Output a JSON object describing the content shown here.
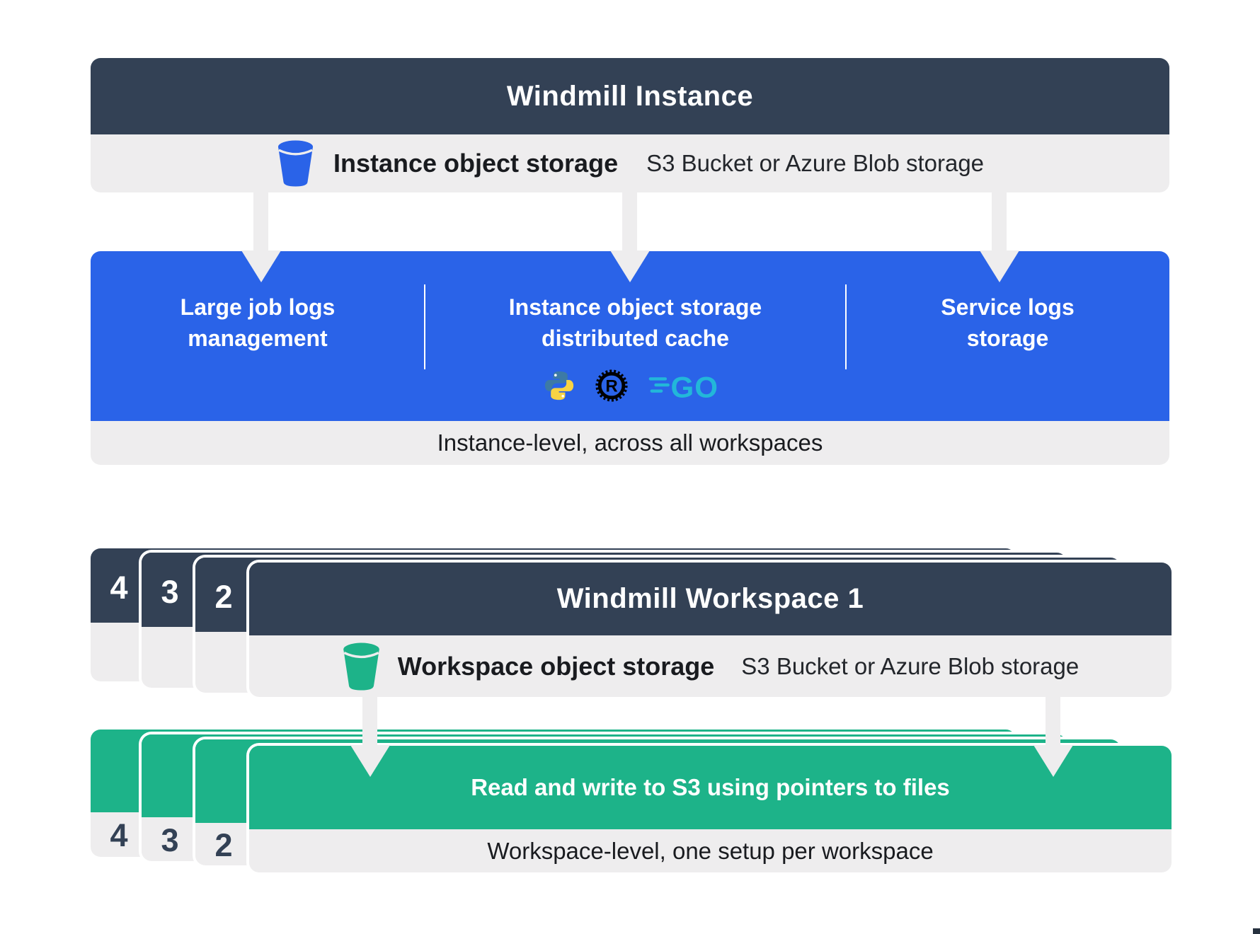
{
  "colors": {
    "navy": "#334155",
    "blue": "#2a63e8",
    "green": "#1db389",
    "bar_gray": "#eeedee",
    "go_cyan": "#22b7d9",
    "python_blue": "#3d7aa6",
    "python_yellow": "#f7d344",
    "rust_black": "#000000"
  },
  "instance": {
    "title": "Windmill Instance",
    "storage": {
      "icon": "bucket-icon",
      "label": "Instance object storage",
      "provider": "S3 Bucket or Azure Blob storage"
    },
    "features": [
      {
        "line1": "Large job logs",
        "line2": "management"
      },
      {
        "line1": "Instance object storage",
        "line2": "distributed cache"
      },
      {
        "line1": "Service logs",
        "line2": "storage"
      }
    ],
    "runtimes": {
      "rust_letter": "R",
      "go_text": "GO"
    },
    "footer": "Instance-level, across all workspaces"
  },
  "workspace": {
    "title": "Windmill Workspace 1",
    "stack_numbers": [
      "4",
      "3",
      "2"
    ],
    "storage": {
      "icon": "bucket-icon",
      "label": "Workspace object storage",
      "provider": "S3 Bucket or Azure Blob storage"
    },
    "action": "Read and write to S3 using pointers to files",
    "footer": "Workspace-level, one setup per workspace"
  }
}
